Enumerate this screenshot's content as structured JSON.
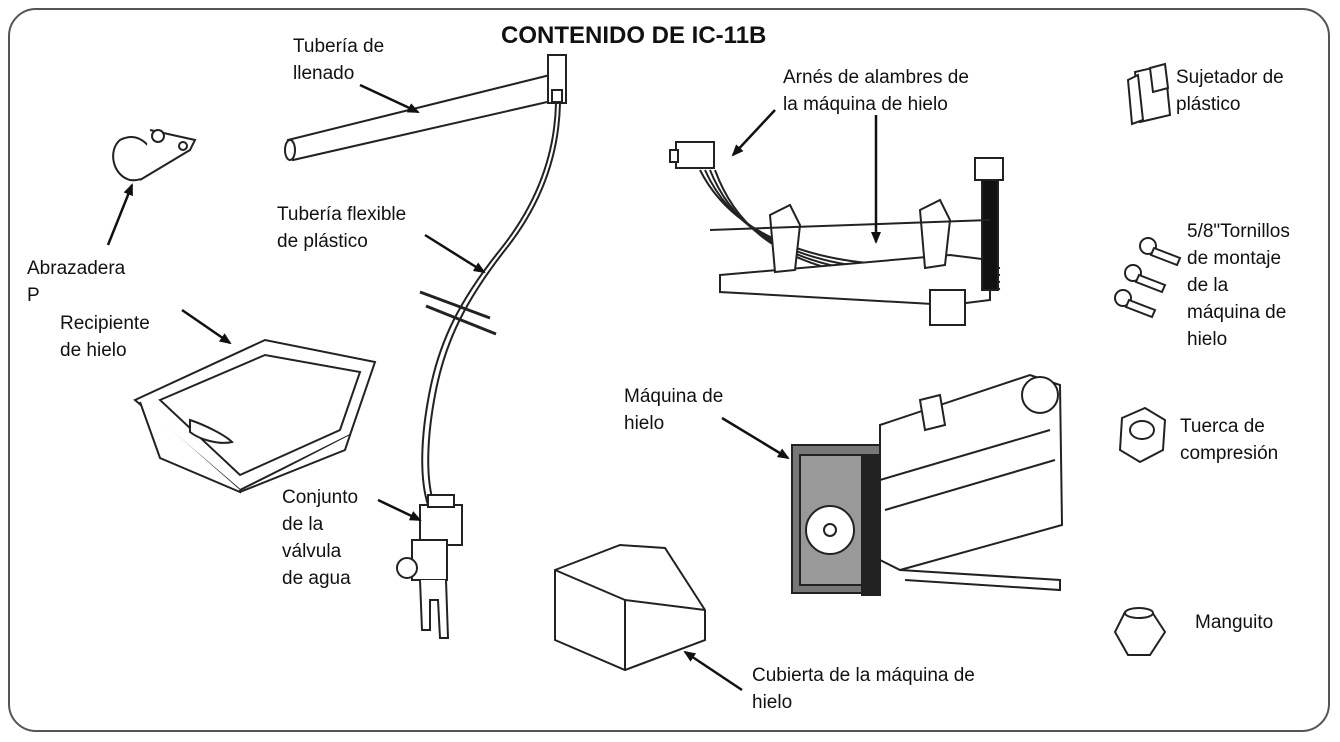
{
  "title": "CONTENIDO DE IC-11B",
  "labels": {
    "fill_tube": [
      "Tubería de",
      "llenado"
    ],
    "p_clamp": [
      "Abrazadera",
      "P"
    ],
    "flex_tube": [
      "Tubería flexible",
      "de plástico"
    ],
    "harness": [
      "Arnés de alambres de",
      "la máquina de hielo"
    ],
    "plastic_clip": [
      "Sujetador de",
      "plástico"
    ],
    "screws": [
      "5/8\"Tornillos",
      "de montaje",
      "de la",
      "máquina de",
      "hielo"
    ],
    "ice_bin": [
      "Recipiente",
      "de hielo"
    ],
    "ice_maker": [
      "Máquina de",
      "hielo"
    ],
    "compression_nut": [
      "Tuerca de",
      "compresión"
    ],
    "valve": [
      "Conjunto",
      "de la",
      "válvula",
      "de agua"
    ],
    "ferrule": "Manguito",
    "cover": [
      "Cubierta de la máquina de",
      "hielo"
    ]
  }
}
